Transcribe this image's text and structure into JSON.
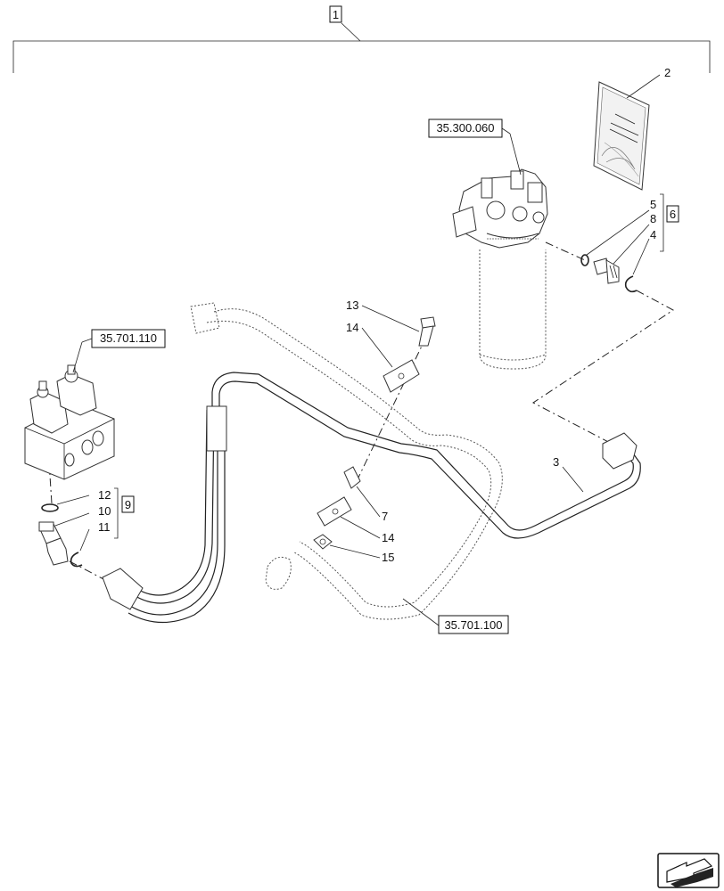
{
  "callouts": {
    "assembly": "1",
    "manual": "2",
    "pipe": "3",
    "oring_filter": "5",
    "fitting_filter": "8",
    "ring_filter": "4",
    "kit_filter": "6",
    "bolt": "13",
    "clamp_upper": "14",
    "spacer": "7",
    "clamp_lower": "14",
    "nut": "15",
    "oring_valve": "12",
    "elbow_valve": "10",
    "ring_valve": "11",
    "kit_valve": "9"
  },
  "references": {
    "filter": "35.300.060",
    "valve": "35.701.110",
    "hose": "35.701.100"
  },
  "icons": {
    "corner": "next-page-arrow-icon"
  }
}
